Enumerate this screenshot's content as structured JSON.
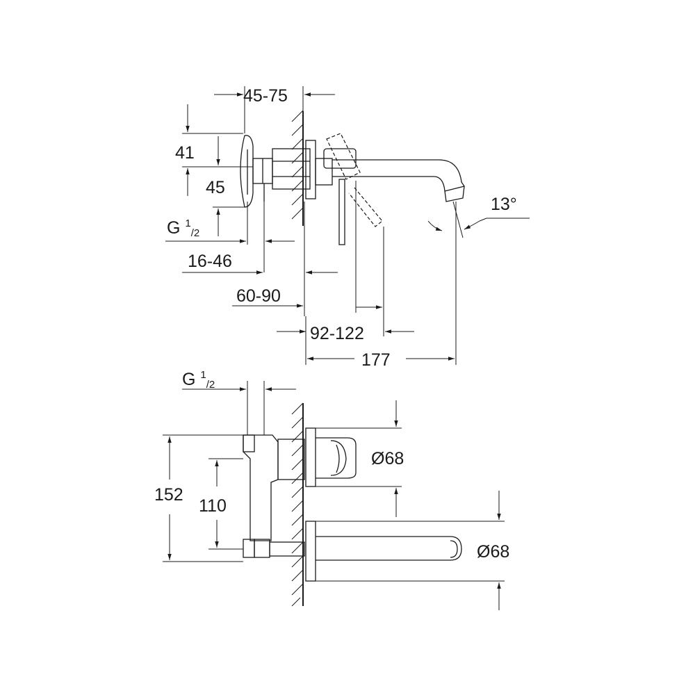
{
  "top_view": {
    "dim_45_75": "45-75",
    "dim_41": "41",
    "dim_45": "45",
    "thread_main": "G",
    "thread_sup": "1",
    "thread_sub": "/2",
    "dim_16_46": "16-46",
    "dim_60_90": "60-90",
    "dim_92_122": "92-122",
    "dim_177": "177",
    "angle": "13°"
  },
  "bottom_view": {
    "thread_main": "G",
    "thread_sup": "1",
    "thread_sub": "/2",
    "dim_152": "152",
    "dim_110": "110",
    "diameter_handle": "Ø68",
    "diameter_spout": "Ø68"
  }
}
